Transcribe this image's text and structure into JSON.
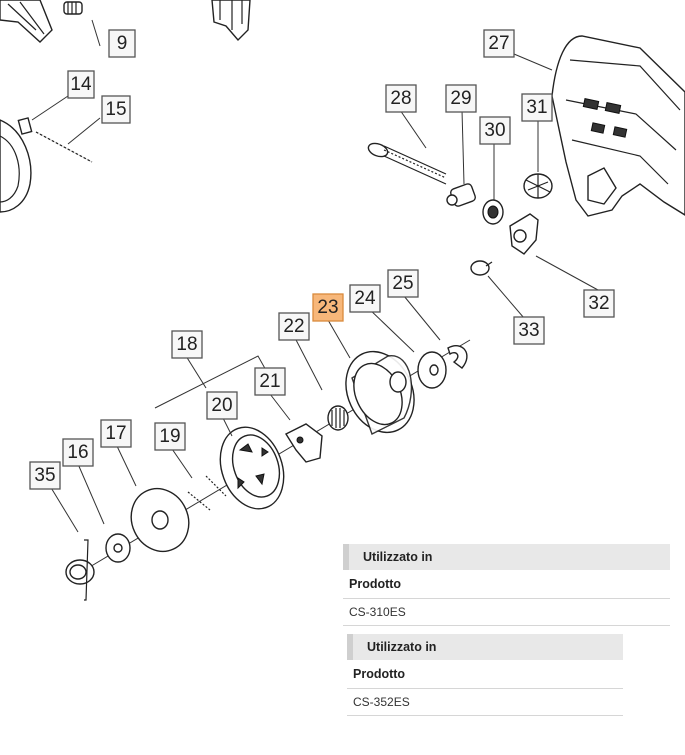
{
  "callouts": [
    "9",
    "14",
    "15",
    "27",
    "28",
    "29",
    "30",
    "31",
    "23",
    "24",
    "25",
    "22",
    "18",
    "21",
    "20",
    "19",
    "17",
    "16",
    "35",
    "32",
    "33"
  ],
  "highlighted_callout": "23",
  "usage_panels": [
    {
      "header": "Utilizzato in",
      "label": "Prodotto",
      "value": "CS-310ES"
    },
    {
      "header": "Utilizzato in",
      "label": "Prodotto",
      "value": "CS-352ES"
    }
  ]
}
